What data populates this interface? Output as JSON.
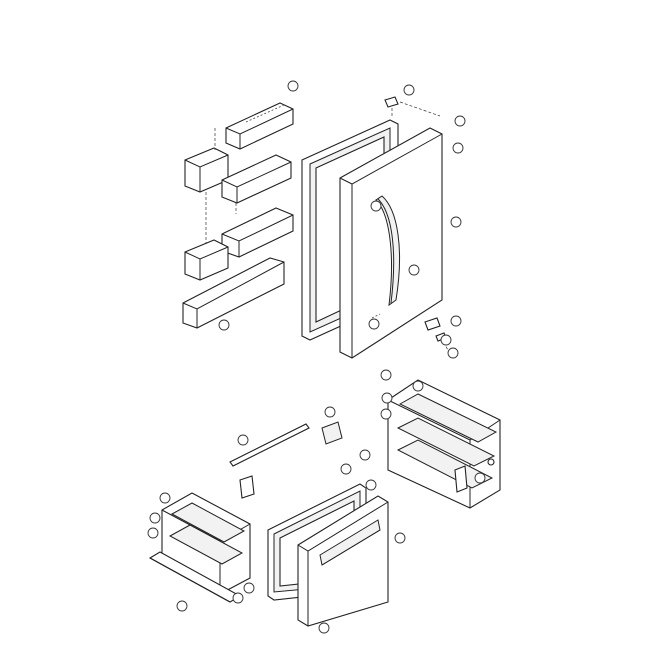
{
  "diagram": {
    "callouts": [
      {
        "id": "c1"
      },
      {
        "id": "c2"
      },
      {
        "id": "c3"
      },
      {
        "id": "c4"
      },
      {
        "id": "c5"
      },
      {
        "id": "c6"
      },
      {
        "id": "c7"
      },
      {
        "id": "c8"
      },
      {
        "id": "c9"
      },
      {
        "id": "c10"
      },
      {
        "id": "c11"
      },
      {
        "id": "c12"
      },
      {
        "id": "c13"
      },
      {
        "id": "c14"
      },
      {
        "id": "c15"
      },
      {
        "id": "c16"
      },
      {
        "id": "c17"
      },
      {
        "id": "c18"
      },
      {
        "id": "c19"
      },
      {
        "id": "c20"
      },
      {
        "id": "c21"
      },
      {
        "id": "c22"
      },
      {
        "id": "c23"
      },
      {
        "id": "c24"
      },
      {
        "id": "c25"
      },
      {
        "id": "c26"
      },
      {
        "id": "c27"
      },
      {
        "id": "c28"
      },
      {
        "id": "c29"
      },
      {
        "id": "c30"
      }
    ]
  }
}
